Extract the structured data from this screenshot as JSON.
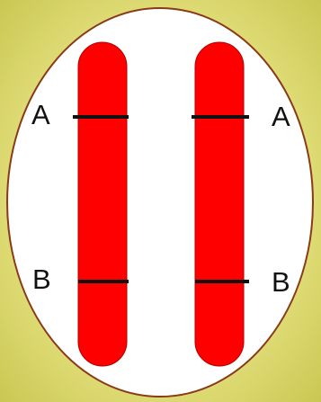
{
  "colors": {
    "background_center": "#efec9a",
    "background_edge": "#c6c44c",
    "oval_fill": "#ffffff",
    "oval_border": "#8a3a18",
    "chromosome_fill": "#ff0000",
    "chromosome_outline": "#b20000",
    "band_color": "#111111",
    "label_color": "#111111"
  },
  "chromosomes": [
    {
      "name": "left-chromosome",
      "bands": [
        {
          "label": "A"
        },
        {
          "label": "B"
        }
      ]
    },
    {
      "name": "right-chromosome",
      "bands": [
        {
          "label": "A"
        },
        {
          "label": "B"
        }
      ]
    }
  ]
}
